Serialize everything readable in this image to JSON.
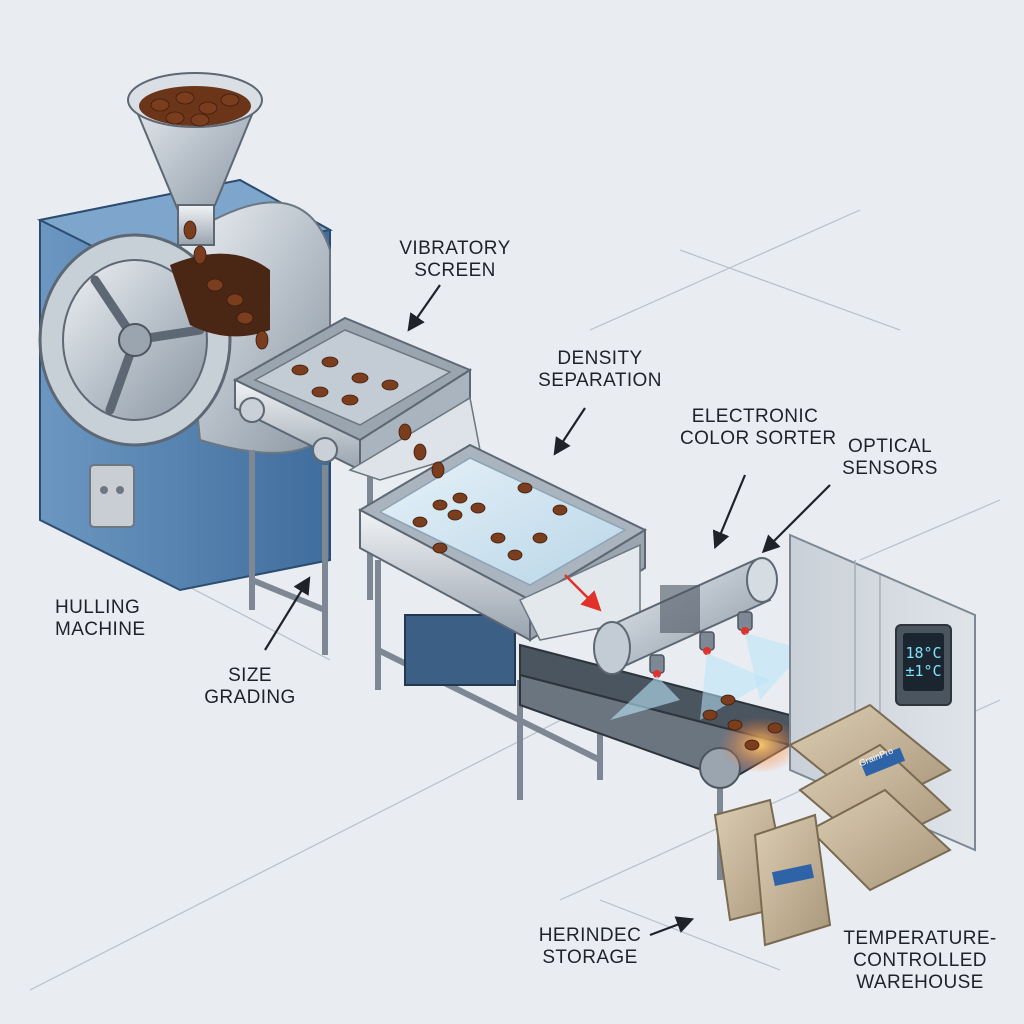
{
  "labels": {
    "vibratory_screen": [
      "VIBRATORY",
      "SCREEN"
    ],
    "density_separation": [
      "DENSITY",
      "SEPARATION"
    ],
    "electronic_color_sorter": [
      "ELECTRONIC",
      "COLOR SORTER"
    ],
    "optical_sensors": [
      "OPTICAL",
      "SENSORS"
    ],
    "hulling_machine": [
      "HULLING",
      "MACHINE"
    ],
    "size_grading": [
      "SIZE",
      "GRADING"
    ],
    "storage": [
      "HERINDEC",
      "STORAGE"
    ],
    "warehouse": [
      "TEMPERATURE-",
      "CONTROLLED",
      "WAREHOUSE"
    ]
  },
  "thermostat": {
    "line1": "18°C",
    "line2": "±1°C"
  },
  "sack_brand": "GrainPro",
  "colors": {
    "machine_blue": "#4f7fae",
    "steel": "#b9c2cb",
    "bean": "#7a3d1e",
    "water": "#cfe3ef",
    "sack": "#c9b79a",
    "label_blue": "#2f63a8",
    "arrow": "#1f2329",
    "red_arrow": "#e0322a"
  }
}
